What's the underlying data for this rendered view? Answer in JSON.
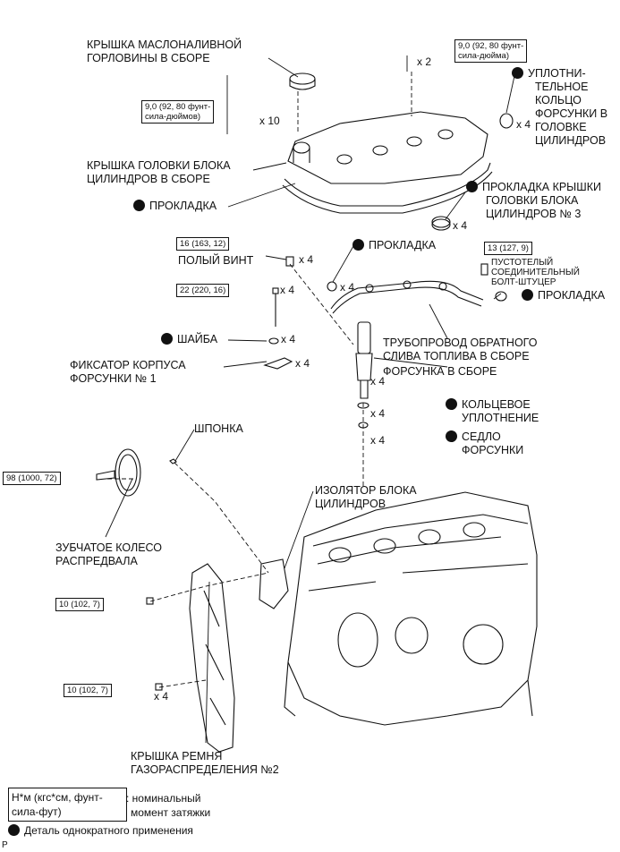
{
  "labels": {
    "oil_cap": [
      "КРЫШКА МАСЛОНАЛИВНОЙ",
      "ГОРЛОВИНЫ В СБОРЕ"
    ],
    "cover": [
      "КРЫШКА ГОЛОВКИ БЛОКА",
      "ЦИЛИНДРОВ В СБОРЕ"
    ],
    "gasket1": "ПРОКЛАДКА",
    "oring_head": [
      "УПЛОТНИ-",
      "ТЕЛЬНОЕ",
      "КОЛЬЦО",
      "ФОРСУНКИ В",
      "ГОЛОВКЕ",
      "ЦИЛИНДРОВ"
    ],
    "cover_gasket3": [
      "ПРОКЛАДКА КРЫШКИ",
      "ГОЛОВКИ БЛОКА",
      "ЦИЛИНДРОВ № 3"
    ],
    "hollow_screw": "ПОЛЫЙ ВИНТ",
    "gasket2": "ПРОКЛАДКА",
    "union_bolt": [
      "ПУСТОТЕЛЫЙ",
      "СОЕДИНИТЕЛЬНЫЙ",
      "БОЛТ-ШТУЦЕР"
    ],
    "gasket3": "ПРОКЛАДКА",
    "washer": "ШАЙБА",
    "return_pipe": [
      "ТРУБОПРОВОД ОБРАТНОГО",
      "СЛИВА ТОПЛИВА В СБОРЕ"
    ],
    "injector": "ФОРСУНКА В СБОРЕ",
    "clamp": [
      "ФИКСАТОР КОРПУСА",
      "ФОРСУНКИ № 1"
    ],
    "oring": [
      "КОЛЬЦЕВОЕ",
      "УПЛОТНЕНИЕ"
    ],
    "seat": [
      "СЕДЛО",
      "ФОРСУНКИ"
    ],
    "key": "ШПОНКА",
    "insulator": [
      "ИЗОЛЯТОР БЛОКА",
      "ЦИЛИНДРОВ"
    ],
    "cam_gear": [
      "ЗУБЧАТОЕ КОЛЕСО",
      "РАСПРЕДВАЛА"
    ],
    "belt_cover": [
      "КРЫШКА РЕМНЯ",
      "ГАЗОРАСПРЕДЕЛЕНИЯ №2"
    ]
  },
  "torques": {
    "t_cover_top": [
      "9,0 (92, 80 фунт-",
      "сила-дюйма)"
    ],
    "t_cover_left": [
      "9,0 (92, 80 фунт-",
      "сила-дюймов)"
    ],
    "t_hollow": "16 (163, 12)",
    "t_washer": "22 (220, 16)",
    "t_union": "13 (127, 9)",
    "t_gear": "98 (1000, 72)",
    "t_belt1": "10 (102, 7)",
    "t_belt2": "10 (102, 7)"
  },
  "counts": {
    "c_top": "x 2",
    "c_left": "x 10",
    "c_oring_head": "x 4",
    "c_gasket3": "x 4",
    "c_hollow": "x 4",
    "c_gasket2": "x 4",
    "c_washer_bolt": "x 4",
    "c_washer": "x 4",
    "c_clamp": "x 4",
    "c_injector": "x 4",
    "c_oring": "x 4",
    "c_seat": "x 4",
    "c_belt2": "x 4"
  },
  "legend": {
    "box": [
      "Н*м (кгс*см, фунт-",
      "сила-фут)"
    ],
    "desc": [
      ": номинальный",
      "момент затяжки"
    ],
    "single_use": "Деталь однократного применения"
  },
  "corner": "P"
}
